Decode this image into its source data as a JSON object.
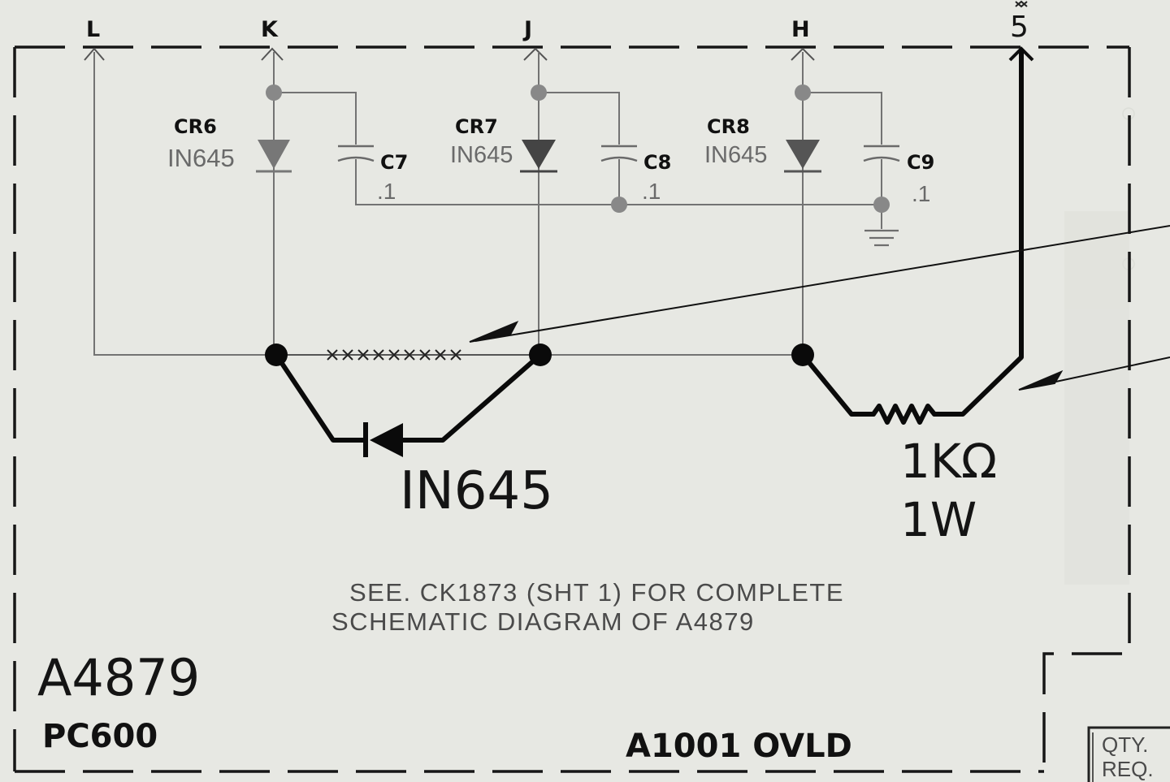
{
  "terminals": {
    "l": "L",
    "k": "K",
    "j": "J",
    "h": "H",
    "pin5": "5"
  },
  "components": {
    "cr6": {
      "ref": "CR6",
      "part": "IN645"
    },
    "cr7": {
      "ref": "CR7",
      "part": "IN645"
    },
    "cr8": {
      "ref": "CR8",
      "part": "IN645"
    },
    "c7": {
      "ref": "C7",
      "value": ".1"
    },
    "c8": {
      "ref": "C8",
      "value": ".1"
    },
    "c9": {
      "ref": "C9",
      "value": ".1"
    }
  },
  "added_parts": {
    "diode_part": "IN645",
    "resistor_value": "1KΩ",
    "resistor_power": "1W"
  },
  "note": {
    "line1": "SEE. CK1873 (SHT 1) FOR COMPLETE",
    "line2": "SCHEMATIC DIAGRAM OF A4879"
  },
  "board": {
    "assembly": "A4879",
    "pc": "PC600",
    "function": "A1001 OVLD"
  },
  "title_block": {
    "qty_line1": "QTY.",
    "qty_line2": "REQ."
  },
  "colors": {
    "paper": "#e7e8e3",
    "ink": "#111111",
    "pencil": "#6a6a6a"
  }
}
